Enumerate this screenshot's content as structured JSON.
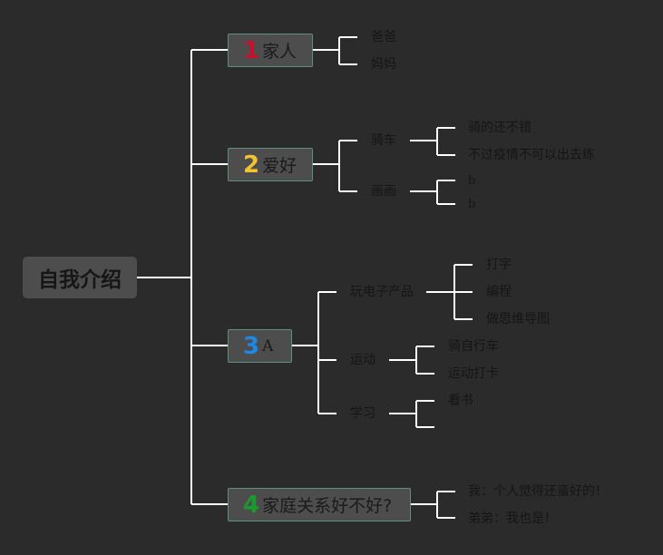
{
  "root": {
    "title": "自我介绍"
  },
  "branches": [
    {
      "num": "1",
      "num_color": "#c8102e",
      "title": "家人",
      "children": [
        {
          "label": "爸爸"
        },
        {
          "label": "妈妈"
        }
      ]
    },
    {
      "num": "2",
      "num_color": "#f2c230",
      "title": "爱好",
      "children": [
        {
          "label": "骑车",
          "children": [
            {
              "label": "骑的还不错"
            },
            {
              "label": "不过疫情不可以出去练"
            }
          ]
        },
        {
          "label": "画画",
          "children": [
            {
              "label": "b"
            },
            {
              "label": "b"
            }
          ]
        }
      ]
    },
    {
      "num": "3",
      "num_color": "#1e88e5",
      "title": "A",
      "children": [
        {
          "label": "玩电子产品",
          "children": [
            {
              "label": "打字"
            },
            {
              "label": "编程"
            },
            {
              "label": "做思维导图"
            }
          ]
        },
        {
          "label": "运动",
          "children": [
            {
              "label": "骑自行车"
            },
            {
              "label": "运动打卡"
            }
          ]
        },
        {
          "label": "学习",
          "children": [
            {
              "label": "看书"
            },
            {
              "label": ""
            }
          ]
        }
      ]
    },
    {
      "num": "4",
      "num_color": "#1a9a2e",
      "title": "家庭关系好不好?",
      "children": [
        {
          "label": "我：个人觉得还蛮好的！"
        },
        {
          "label": "弟弟：我也是！"
        }
      ]
    }
  ]
}
